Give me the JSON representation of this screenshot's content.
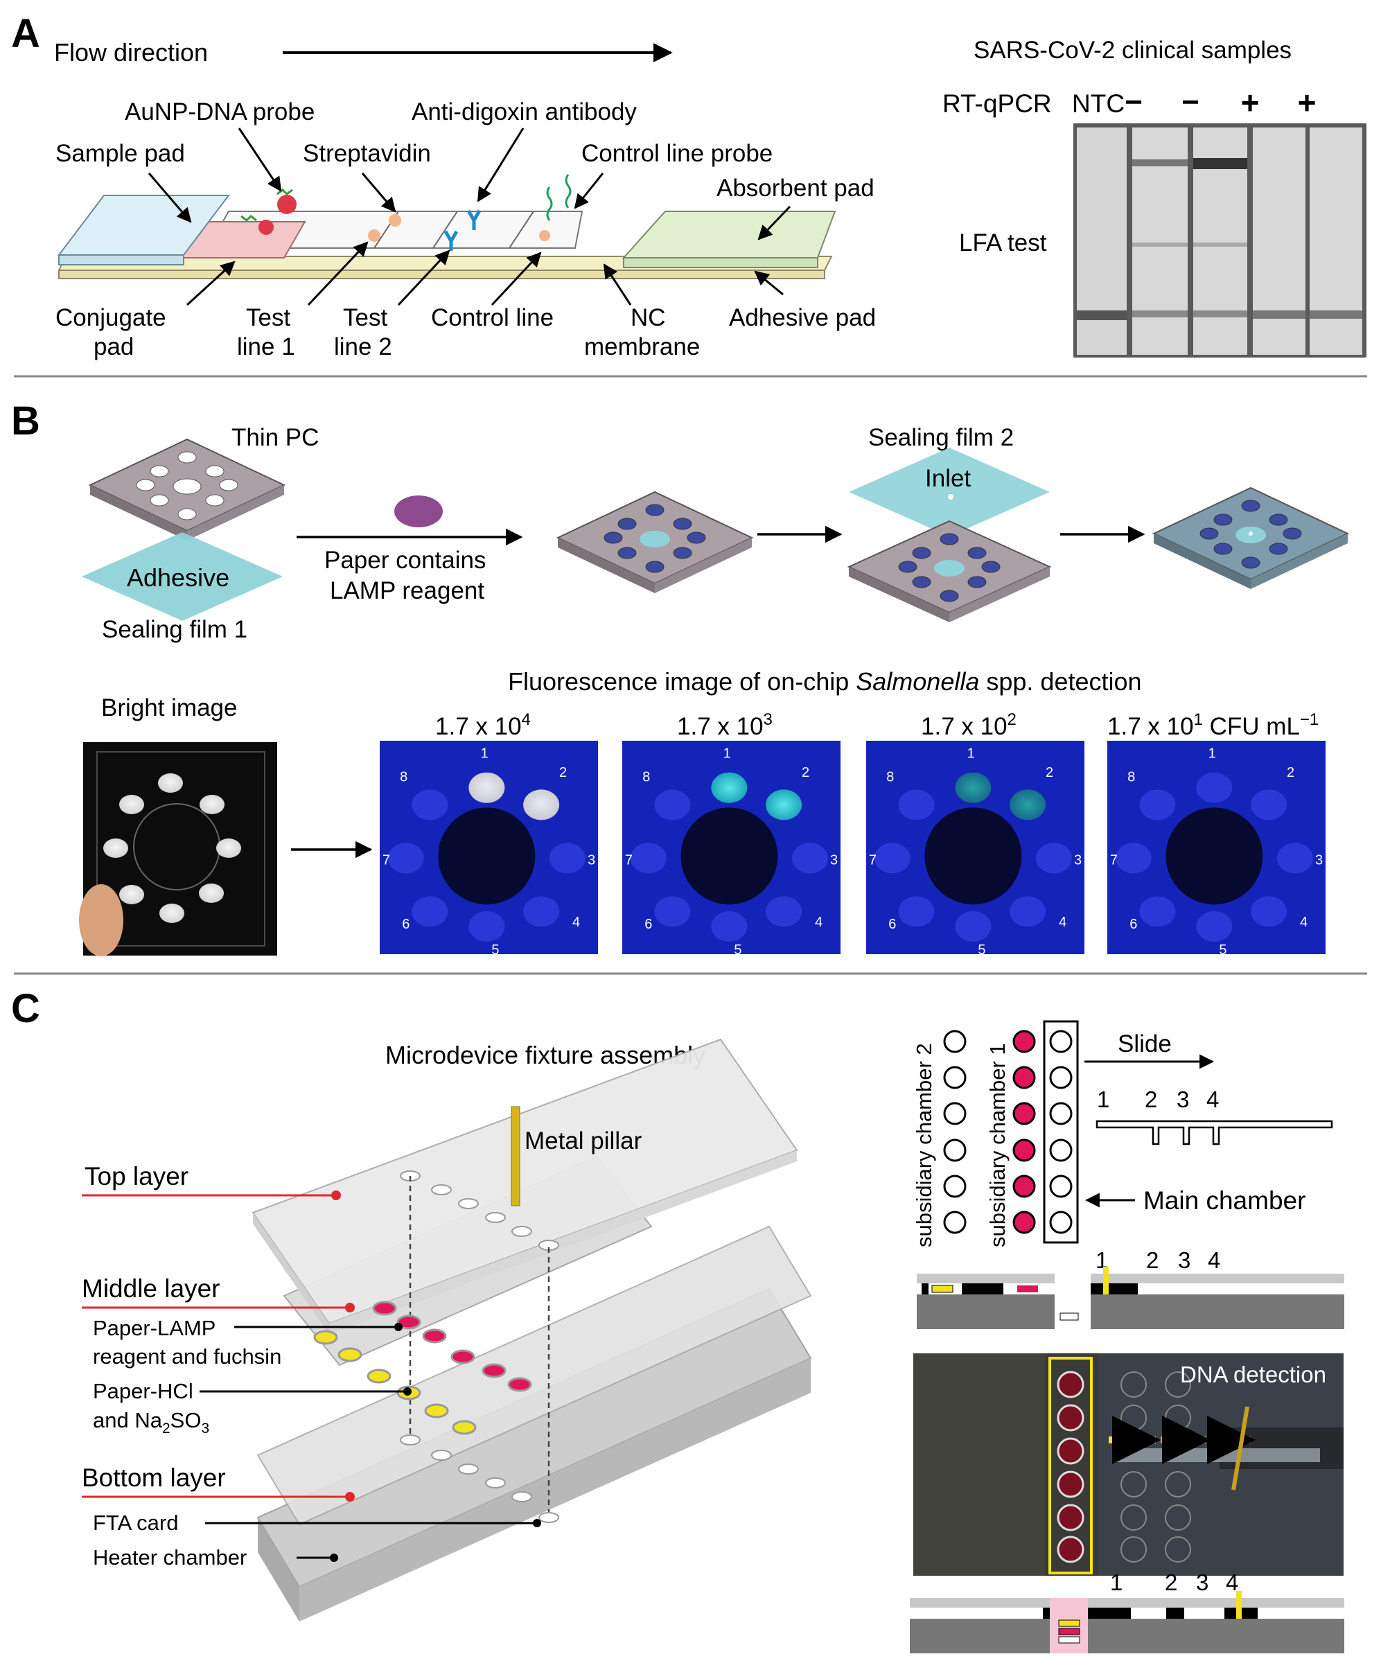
{
  "panels": {
    "a": "A",
    "b": "B",
    "c": "C"
  },
  "panel_a": {
    "flow_direction": "Flow direction",
    "labels_top": {
      "aunp_dna_probe": "AuNP-DNA probe",
      "anti_digoxin_antibody": "Anti-digoxin antibody",
      "sample_pad": "Sample pad",
      "streptavidin": "Streptavidin",
      "control_line_probe": "Control line probe",
      "absorbent_pad": "Absorbent pad"
    },
    "labels_bottom": {
      "conjugate_pad_1": "Conjugate",
      "conjugate_pad_2": "pad",
      "test_line_1_1": "Test",
      "test_line_1_2": "line 1",
      "test_line_2_1": "Test",
      "test_line_2_2": "line 2",
      "control_line": "Control line",
      "nc_membrane_1": "NC",
      "nc_membrane_2": "membrane",
      "adhesive_pad": "Adhesive pad"
    },
    "lfa": {
      "title": "SARS-CoV-2 clinical samples",
      "row_label": "RT-qPCR",
      "columns": [
        "NTC",
        "−",
        "−",
        "+",
        "+"
      ],
      "test_label": "LFA test"
    }
  },
  "panel_b": {
    "thin_pc": "Thin PC",
    "adhesive": "Adhesive",
    "sealing_film_1": "Sealing film 1",
    "paper_1": "Paper contains",
    "paper_2": "LAMP reagent",
    "sealing_film_2": "Sealing film 2",
    "inlet": "Inlet",
    "bright_image": "Bright image",
    "fluor_title_pre": "Fluorescence image of on-chip ",
    "fluor_title_italic": "Salmonella",
    "fluor_title_post": " spp. detection",
    "concentrations": [
      {
        "base": "1.7 x 10",
        "exp": "4",
        "unit": ""
      },
      {
        "base": "1.7 x 10",
        "exp": "3",
        "unit": ""
      },
      {
        "base": "1.7 x 10",
        "exp": "2",
        "unit": ""
      },
      {
        "base": "1.7 x 10",
        "exp": "1",
        "unit": " CFU mL",
        "unit_exp": "−1"
      }
    ],
    "well_numbers": [
      "1",
      "2",
      "3",
      "4",
      "5",
      "6",
      "7",
      "8"
    ]
  },
  "panel_c": {
    "assembly_title": "Microdevice fixture assembly",
    "metal_pillar": "Metal pillar",
    "top_layer": "Top layer",
    "middle_layer": "Middle layer",
    "paper_lamp_1": "Paper-LAMP",
    "paper_lamp_2": "reagent and fuchsin",
    "paper_hcl_1": "Paper-HCl",
    "paper_hcl_2_pre": "and Na",
    "paper_hcl_2_sub1": "2",
    "paper_hcl_2_mid": "SO",
    "paper_hcl_2_sub2": "3",
    "bottom_layer": "Bottom layer",
    "fta_card": "FTA card",
    "heater_chamber": "Heater chamber",
    "subsidiary_chamber_2": "subsidiary chamber 2",
    "subsidiary_chamber_1": "subsidiary chamber 1",
    "slide": "Slide",
    "main_chamber": "Main chamber",
    "positions": [
      "1",
      "2",
      "3",
      "4"
    ],
    "dna_detection": "DNA detection"
  },
  "colors": {
    "red_line": "#e4262c",
    "magenta": "#e0155a",
    "yellow": "#f2e21f",
    "fluor_blue": "#1424b8",
    "teal": "#8fd3d8"
  }
}
